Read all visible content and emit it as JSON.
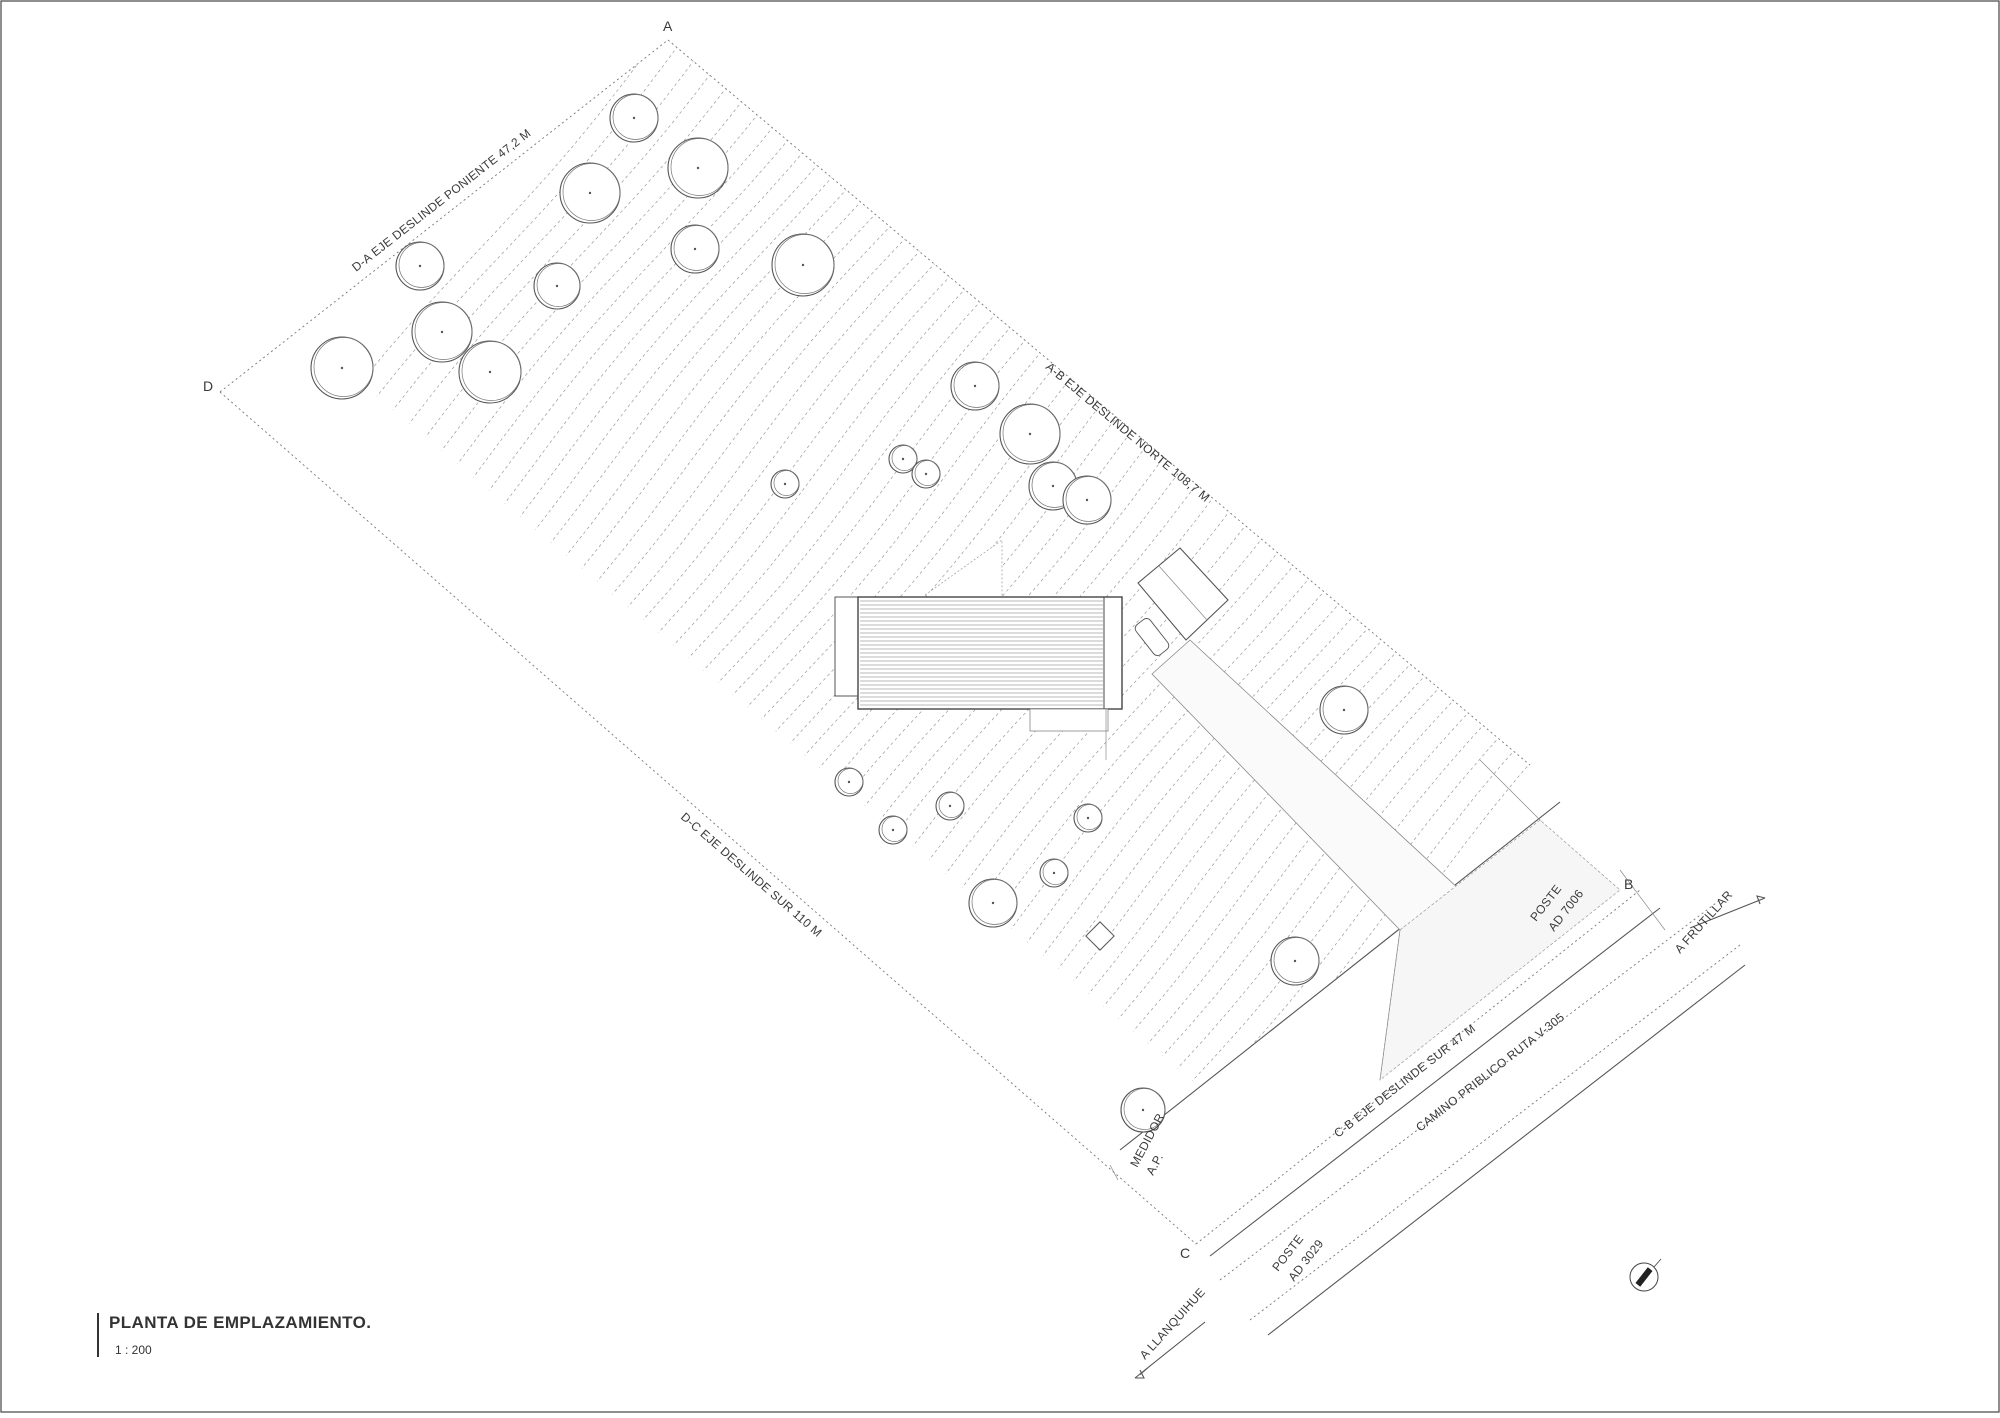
{
  "vertices": {
    "a": "A",
    "b": "B",
    "c": "C",
    "d": "D"
  },
  "boundaries": {
    "west": "D-A  EJE DESLINDE PONIENTE 47,2 M",
    "north": "A-B EJE DESLINDE NORTE 108,7 M",
    "south": "D-C  EJE DESLINDE SUR 110 M",
    "southeast": "C-B  EJE DESLINDE SUR  47 M"
  },
  "labels": {
    "road": "CAMINO PRIBLICO RUTA V-305",
    "to_frutillar": "A FRUTILLAR",
    "to_llanquihue": "A LLANQUIHUE",
    "poste_1_line1": "POSTE",
    "poste_1_line2": "AD 7006",
    "poste_2_line1": "POSTE",
    "poste_2_line2": "AD 3029",
    "medidor_line1": "MEDIDOR",
    "medidor_line2": "A.P."
  },
  "title": {
    "name": "PLANTA DE EMPLAZAMIENTO.",
    "scale": "1 : 200"
  },
  "colors": {
    "line": "#555555",
    "background": "#ffffff"
  }
}
